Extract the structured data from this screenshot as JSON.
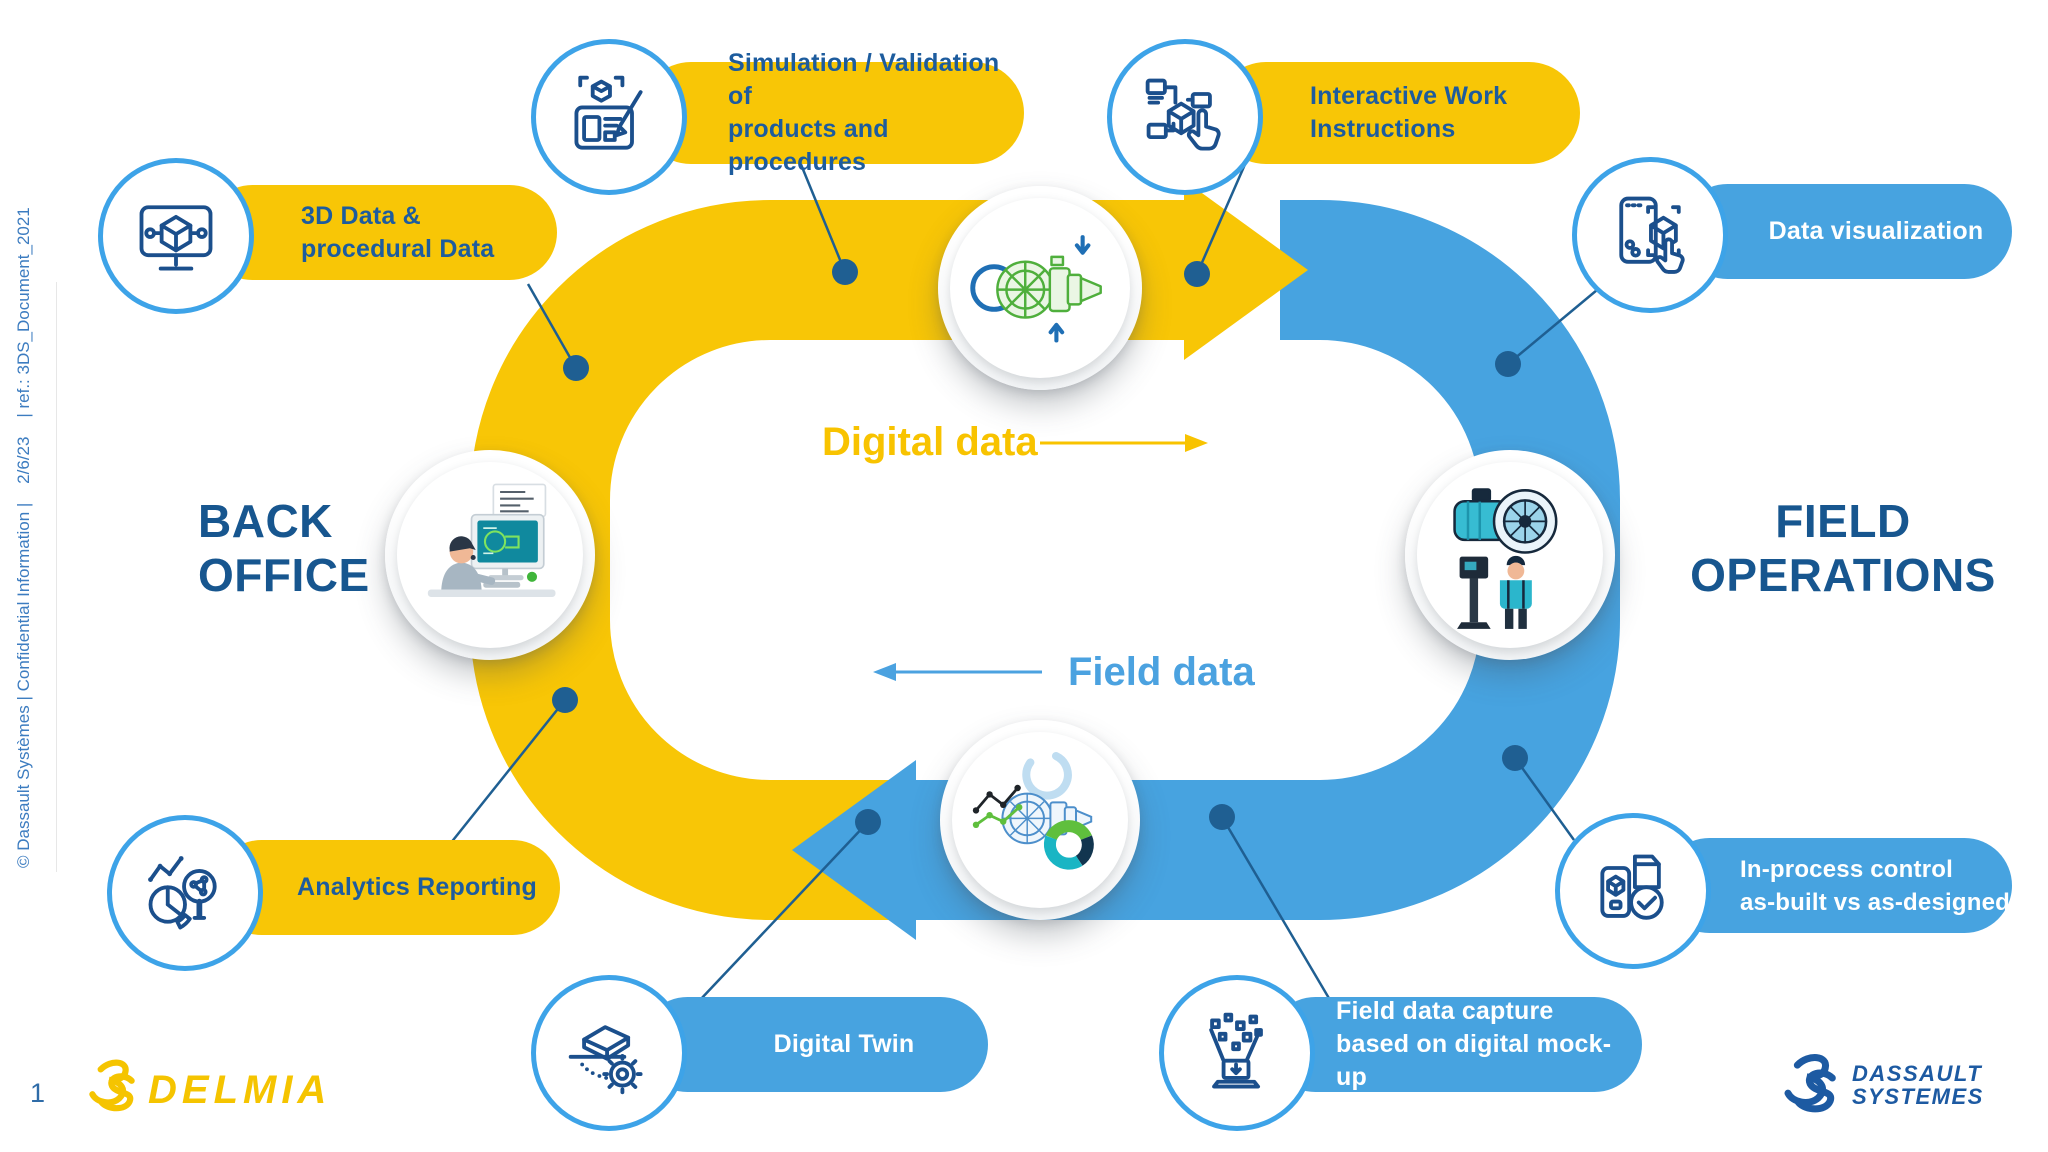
{
  "slide": {
    "back_office_label": "BACK\nOFFICE",
    "field_operations_label": "FIELD\nOPERATIONS",
    "digital_data_label": "Digital data",
    "field_data_label": "Field data"
  },
  "callouts": [
    {
      "id": "3d-data",
      "label": "3D Data &\nprocedural Data",
      "icon": "monitor-3d-cube-icon",
      "style": "yellow"
    },
    {
      "id": "simulation-validation",
      "label": "Simulation / Validation of\nproducts and procedures",
      "icon": "tablet-pen-cube-icon",
      "style": "yellow"
    },
    {
      "id": "interactive-work-instructions",
      "label": "Interactive Work\nInstructions",
      "icon": "flowchart-touch-icon",
      "style": "yellow"
    },
    {
      "id": "data-visualization",
      "label": "Data visualization",
      "icon": "ar-phone-icon",
      "style": "blue"
    },
    {
      "id": "in-process-control",
      "label": "In-process control\nas-built vs as-designed",
      "icon": "inspection-check-icon",
      "style": "blue"
    },
    {
      "id": "field-data-capture",
      "label": "Field data capture\nbased on digital mock-up",
      "icon": "data-capture-laptop-icon",
      "style": "blue"
    },
    {
      "id": "digital-twin",
      "label": "Digital Twin",
      "icon": "digital-twin-gear-icon",
      "style": "blue"
    },
    {
      "id": "analytics-reporting",
      "label": "Analytics Reporting",
      "icon": "analytics-pie-magnifier-icon",
      "style": "yellow"
    }
  ],
  "sidebar": {
    "confidential_text": "© Dassault Systèmes | Confidential Information |    2/6/23    | ref.: 3DS_Document_2021"
  },
  "footer": {
    "page_number": "1",
    "delmia_wordmark": "DELMIA",
    "dassault_wordmark_line1": "DASSAULT",
    "dassault_wordmark_line2": "SYSTEMES"
  },
  "colors": {
    "loop_yellow": "#F8C606",
    "loop_blue": "#47A3E0",
    "navy_text": "#17568F",
    "pill_text_dark": "#1D5C9E",
    "leader_line": "#1F5F92"
  }
}
